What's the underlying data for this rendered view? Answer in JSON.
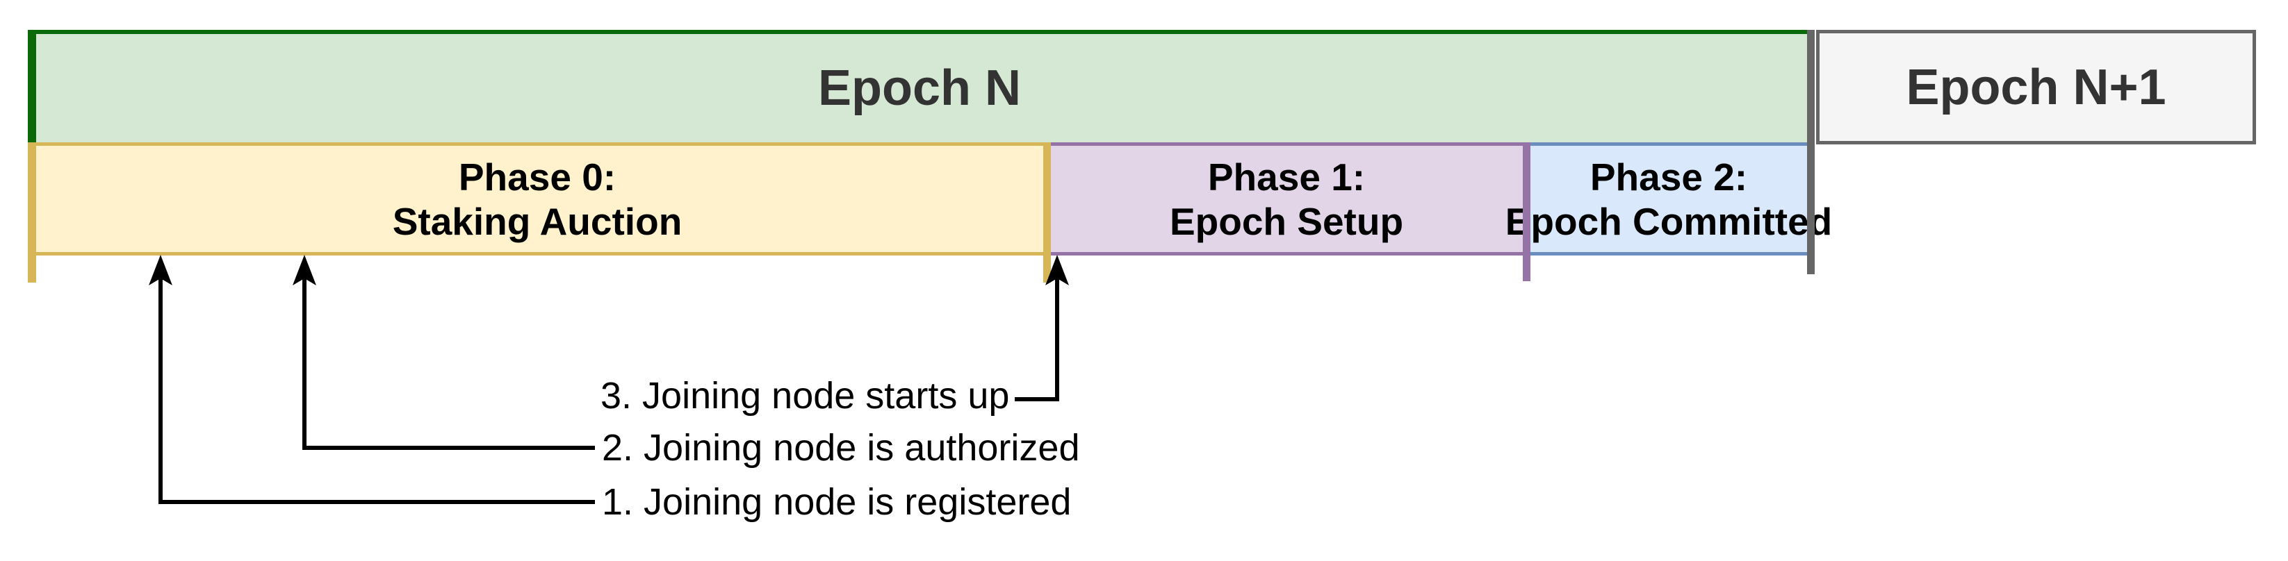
{
  "diagram": {
    "epochs": [
      {
        "label": "Epoch N"
      },
      {
        "label": "Epoch N+1"
      }
    ],
    "phases": [
      {
        "line1": "Phase 0:",
        "line2": "Staking Auction"
      },
      {
        "line1": "Phase 1:",
        "line2": "Epoch Setup"
      },
      {
        "line1": "Phase 2:",
        "line2": "Epoch Committed"
      }
    ],
    "annotations": [
      {
        "label": "1. Joining node is registered"
      },
      {
        "label": "2. Joining node is authorized"
      },
      {
        "label": "3. Joining node starts up"
      }
    ],
    "colors": {
      "epoch-n-fill": "#d5e8d4",
      "epoch-n-border": "#0a6a0a",
      "epoch-n1-fill": "#f5f5f5",
      "boundary-gray": "#666666",
      "phase0-fill": "#fff2cc",
      "phase0-border": "#d6b656",
      "phase1-fill": "#e1d5e7",
      "phase1-border": "#9673a6",
      "phase2-fill": "#dae8fc",
      "phase2-border": "#6c8ebf",
      "epoch-text": "#333333",
      "phase-text": "#000000",
      "annotation": "#000000"
    }
  }
}
